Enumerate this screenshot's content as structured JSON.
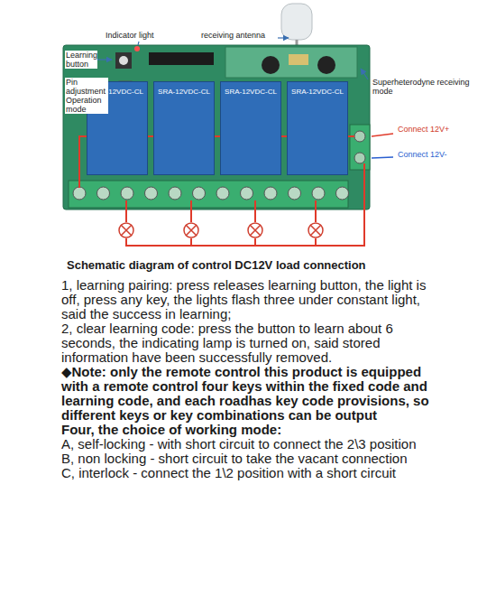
{
  "diagram": {
    "title": "Schematic diagram of control DC12V load connection",
    "nodes": [
      {
        "text": [
          "SRA-12VDC-CL"
        ]
      },
      {
        "text": [
          "SRA-12VDC-CL"
        ]
      },
      {
        "text": [
          "SRA-12VDC-CL"
        ]
      },
      {
        "text": [
          "SRA-12VDC-CL"
        ]
      }
    ],
    "labels": [
      "Indicator light",
      "receiving antenna",
      "Learning button",
      "Pin adjustment",
      "Operation mode",
      "Superheterodyne receiving mode",
      "Connect 12V+",
      "Connect 12V-",
      "1, learning pairing: press releases learning button, the light is off, press any key, the lights flash three under constant light, said the success in learning;",
      "2, clear learning code: press the button to learn about 6 seconds, the indicating lamp is turned on, said stored information have been successfully removed.",
      "◆Note: only the remote control this product is equipped with a remote control four keys within the fixed code and learning code, and each roadhas key code provisions, so different keys or key combinations can be output",
      "Four, the choice of working mode:",
      "A, self-locking - with short circuit to connect the 2\\3 position",
      "B, non locking - short circuit to take the vacant connection",
      "C, interlock - connect the 1\\2 position with a short circuit"
    ]
  }
}
